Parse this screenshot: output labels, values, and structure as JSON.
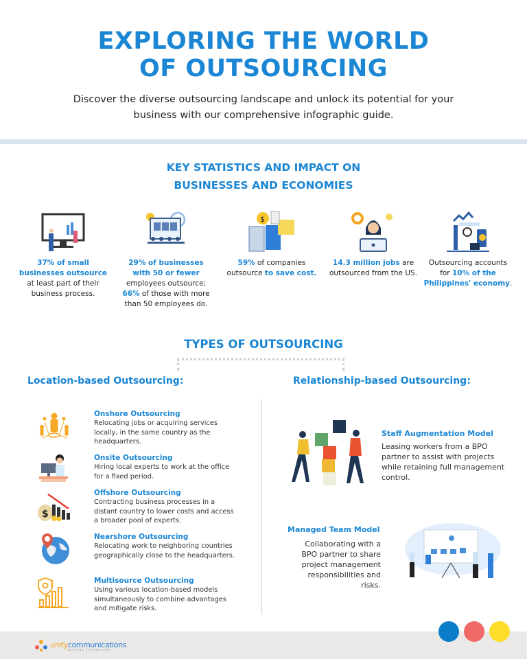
{
  "header": {
    "title_line1": "EXPLORING THE WORLD",
    "title_line2": "OF OUTSOURCING",
    "subtitle": "Discover the diverse outsourcing landscape and unlock its potential for your business with our comprehensive infographic guide."
  },
  "stats_section": {
    "heading_line1": "KEY STATISTICS AND IMPACT ON",
    "heading_line2": "BUSINESSES AND ECONOMIES",
    "stats": [
      {
        "icon": "data-analysis-illustration",
        "parts": [
          {
            "text": "37% of small businesses outsource",
            "hl": true
          },
          {
            "text": " at least part of their business process.",
            "hl": false
          }
        ]
      },
      {
        "icon": "team-meeting-illustration",
        "parts": [
          {
            "text": "29% of businesses with 50 or fewer",
            "hl": true
          },
          {
            "text": " employees outsource; ",
            "hl": false
          },
          {
            "text": "66%",
            "hl": true
          },
          {
            "text": " of those with more than 50 employees do.",
            "hl": false
          }
        ]
      },
      {
        "icon": "cost-saving-illustration",
        "parts": [
          {
            "text": "59%",
            "hl": true
          },
          {
            "text": " of companies outsource ",
            "hl": false
          },
          {
            "text": "to save cost.",
            "hl": true
          }
        ]
      },
      {
        "icon": "remote-worker-illustration",
        "parts": [
          {
            "text": "14.3 million jobs",
            "hl": true
          },
          {
            "text": " are outsourced from the US.",
            "hl": false
          }
        ]
      },
      {
        "icon": "economy-illustration",
        "parts": [
          {
            "text": "Outsourcing accounts for ",
            "hl": false
          },
          {
            "text": "10% of the Philippines' economy",
            "hl": true
          },
          {
            "text": ".",
            "hl": false
          }
        ]
      }
    ]
  },
  "types_section": {
    "heading": "TYPES OF OUTSOURCING",
    "location": {
      "heading": "Location-based Outsourcing:",
      "items": [
        {
          "title": "Onshore Outsourcing",
          "desc": "Relocating jobs or acquiring services locally, in the same country as the headquarters.",
          "icon": "network-people-icon"
        },
        {
          "title": "Onsite Outsourcing",
          "desc": "Hiring local experts to work at the office for a fixed period.",
          "icon": "office-worker-icon"
        },
        {
          "title": "Offshore Outsourcing",
          "desc": "Contracting business processes in a distant country to lower costs and access a broader pool of experts.",
          "icon": "money-decline-chart-icon"
        },
        {
          "title": "Nearshore Outsourcing",
          "desc": "Relocating work to neighboring countries geographically close to the headquarters.",
          "icon": "globe-pin-icon"
        },
        {
          "title": "Multisource Outsourcing",
          "desc": "Using various location-based models simultaneously to combine advantages and mitigate risks.",
          "icon": "shield-bar-chart-icon"
        }
      ]
    },
    "relationship": {
      "heading": "Relationship-based Outsourcing:",
      "items": [
        {
          "title": "Staff Augmentation Model",
          "desc": "Leasing workers from a BPO partner to assist with projects while retaining full management control.",
          "icon": "stacking-blocks-illustration"
        },
        {
          "title": "Managed Team Model",
          "desc": "Collaborating with a BPO partner to share project management responsibilities and risks.",
          "icon": "team-presentation-illustration"
        }
      ]
    }
  },
  "footer": {
    "logo_text_a": "unity",
    "logo_text_b": "communications",
    "logo_tagline": "UNIFYING TECHNOLOGY"
  },
  "colors": {
    "accent_blue": "#1a86d4",
    "band": "#d8e3ee",
    "footer_bg": "#ebe9e7",
    "dot_blue": "#0a7cc8",
    "dot_red": "#f06b68",
    "dot_yellow": "#fddc2a"
  }
}
